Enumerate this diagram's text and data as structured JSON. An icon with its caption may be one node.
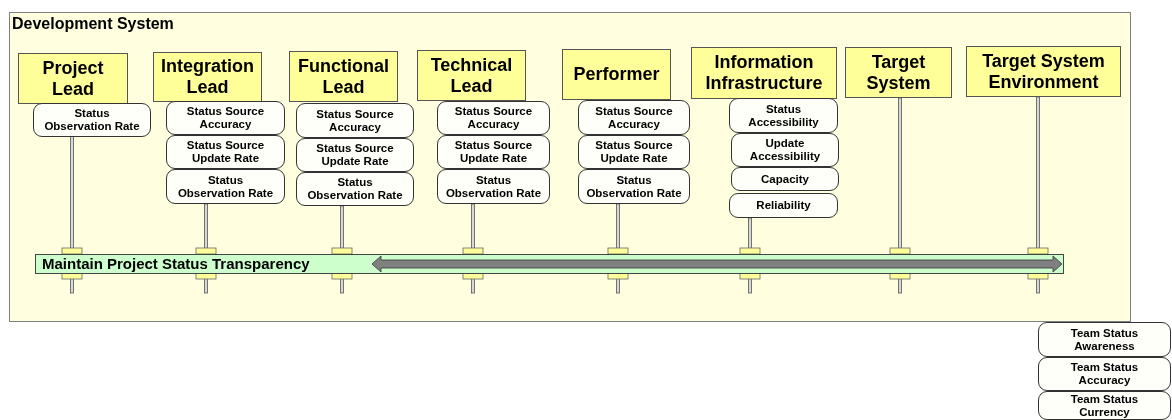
{
  "diagram": {
    "nodes": [
      {
        "text": [
          "Development System"
        ]
      },
      {
        "text": [
          "Project Lead"
        ],
        "in": 0
      },
      {
        "text": [
          "Status Observation Rate"
        ],
        "in": 0
      },
      {
        "text": [
          "Integration Lead"
        ],
        "in": 0
      },
      {
        "text": [
          "Status Source Accuracy"
        ],
        "in": 0
      },
      {
        "text": [
          "Status Source Update Rate"
        ],
        "in": 0
      },
      {
        "text": [
          "Status Observation Rate"
        ],
        "in": 0
      },
      {
        "text": [
          "Functional Lead"
        ],
        "in": 0
      },
      {
        "text": [
          "Status Source Accuracy"
        ],
        "in": 0
      },
      {
        "text": [
          "Status Source Update Rate"
        ],
        "in": 0
      },
      {
        "text": [
          "Status Observation Rate"
        ],
        "in": 0
      },
      {
        "text": [
          "Technical Lead"
        ],
        "in": 0
      },
      {
        "text": [
          "Status Source Accuracy"
        ],
        "in": 0
      },
      {
        "text": [
          "Status Source Update Rate"
        ],
        "in": 0
      },
      {
        "text": [
          "Status Observation Rate"
        ],
        "in": 0
      },
      {
        "text": [
          "Performer"
        ],
        "in": 0
      },
      {
        "text": [
          "Status Source Accuracy"
        ],
        "in": 0
      },
      {
        "text": [
          "Status Source Update Rate"
        ],
        "in": 0
      },
      {
        "text": [
          "Status Observation Rate"
        ],
        "in": 0
      },
      {
        "text": [
          "Information Infrastructure"
        ],
        "in": 0
      },
      {
        "text": [
          "Status Accessibility"
        ],
        "in": 0
      },
      {
        "text": [
          "Update Accessibility"
        ],
        "in": 0
      },
      {
        "text": [
          "Capacity"
        ],
        "in": 0
      },
      {
        "text": [
          "Reliability"
        ],
        "in": 0
      },
      {
        "text": [
          "Target System"
        ],
        "in": 0
      },
      {
        "text": [
          "Target System Environment"
        ],
        "in": 0
      },
      {
        "text": [
          "Maintain Project Status Transparency"
        ],
        "in": 0
      },
      {
        "text": [
          "Team Status Awareness"
        ]
      },
      {
        "text": [
          "Team Status Accuracy"
        ]
      },
      {
        "text": [
          "Team Status Currency"
        ]
      }
    ]
  }
}
